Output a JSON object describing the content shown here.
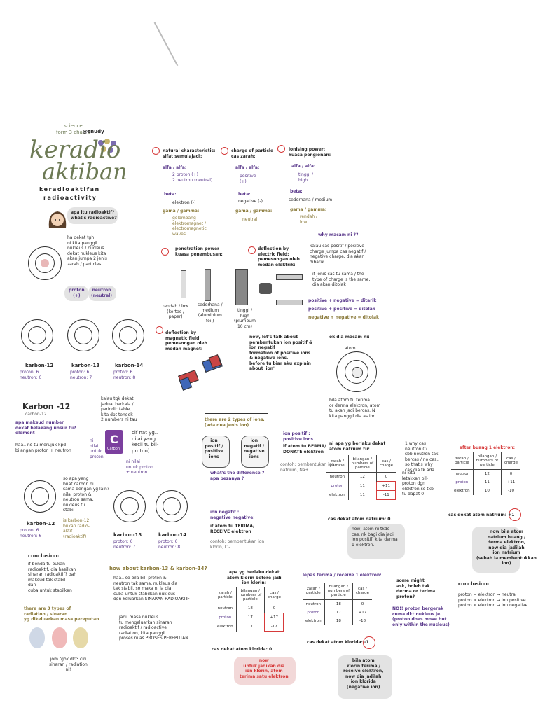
{
  "header": {
    "subject": "science\nform 3 chap 8",
    "handle": "@snudy",
    "title_line1": "keradio",
    "title_line2": "aktiban",
    "sub1": "keradioaktifan",
    "sub2": "radioactivity"
  },
  "intro": {
    "bubble": "apa itu radioaktif?\nwhat's radioactive?",
    "text": "ha dekat tgh\nni kita panggil\nnukleus / nucleus\ndekat nukleus kita\nakan jumpa 2 jenis\nzarah / particles",
    "proton": "proton\n(+)",
    "neutron": "neutron\n(neutral)"
  },
  "props": {
    "p1_head": "natural characteristic:\nsifat semulajadi:",
    "p2_head": "charge of particle\ncas zarah:",
    "p3_head": "ionising power:\nkuasa pengionan:",
    "alfa": "alfa / alfa:",
    "alfa_desc1": "2 proton (+)\n2 neutron (neutral)",
    "alfa_desc2": "positive\n(+)",
    "alfa_desc3": "tinggi /\nhigh",
    "beta": "beta:",
    "beta_desc1": "elektron (-)",
    "beta_desc2": "negative (-)",
    "beta_desc3": "sederhana / medium",
    "gamma": "gama / gamma:",
    "gamma_desc1": "gelombang\nelektromagnet /\nelectromagnetic\nwaves",
    "gamma_desc2": "neutral",
    "gamma_desc3": "rendah /\nlow",
    "why": "why macam ni ??"
  },
  "penetration": {
    "head": "penetration power\nkuasa penembusan:",
    "low": "rendah / low\n(kertas /\npaper)",
    "medium": "sederhana /\nmedium\n(aluminium\nfoil)",
    "high": "tinggi /\nhigh\n(plumbum\n10 cm)"
  },
  "deflection": {
    "head": "deflection by\nelectric field:\npemesongan oleh\nmedan elektrik:",
    "note": "kalau cas positif / positive\ncharge jumpa cas negatif /\nnegative charge, dia akan\ndibarik",
    "note2": "if jenis cas tu sama / the\ntype of charge is the same,\ndia akan ditolak",
    "rule1": "positive + negative = ditarik",
    "rule2": "positive + positive = ditolak",
    "rule3": "negative + negative = ditolak"
  },
  "magnetic": {
    "head": "deflection by\nmagnetic field\npemesongan oleh\nmedan magnet:"
  },
  "ion_intro": {
    "text": "now, let's talk about\npembentukan ion positif &\nion negatif\nformation of positive ions\n& negative ions.\nbefore tu biar aku explain\nabout 'ion'",
    "atom_title": "ok dia macam ni:",
    "atom": "atom",
    "caption": "bila atom tu terima\nor derma elektron, atom\ntu akan jadi bercas. N\nkita panggil dia as ion"
  },
  "carbon": {
    "c12": "karbon-12",
    "c13": "karbon-13",
    "c14": "karbon-14",
    "c12_p": "proton: 6\nneutron: 6",
    "c13_p": "proton: 6\nneutron: 7",
    "c14_p": "proton: 6\nneutron: 8",
    "heading": "Karbon -12",
    "heading_sub": "carbon-12",
    "question": "apa maksud number\ndekat belakang unsur tu?\nelement",
    "answer": "haa.. no tu merujuk kpd\nbilangan proton + neutron",
    "jadual": "kalau tgk dekat\njadual berkala /\nperiodic table,\nkita dpt tengok\n2 numbers ni tau",
    "symbol": "C",
    "symbol_name": "Carbon",
    "cif": "cif nat yg..\nnilai yang\nkecil tu bil-\nproton)",
    "big": "ni nilai\nuntuk proton\n+ neutron",
    "small": "ni\nnilai\nuntuk\nproton",
    "isotope_note": "so apa yang\nbuat carbon ni\nsama dengan yg lain?\nnilai proton &\nneutron sama,\nnukleus tu\nstabil",
    "isotope_note2": "is karbon-12\nbukan radio-\naktif\n(radioaktif)"
  },
  "conclusion1": {
    "title": "conclusion:",
    "text": "if benda tu bukan\nradioaktif, dia hasilkan\nsinaran radioaktif? bah\nmaksud tak stabil\ndan\ncuba untuk stabilkan",
    "types": "there are 3 types of\nradiation / sinaran\nyg dikeluarkan masa pereputan",
    "footer": "jom tgok dkt² ciri\nsinaran / radiation\nni!"
  },
  "how": {
    "title": "how about karbon-13 & karbon-14?",
    "text": "haa.. so bila bil. proton &\nneutron tak sama, nukleus dia\ntak stabil. so maka ni la dia\ncuba untuk stabilkan nukleus\ndgn keluarkan SINARAN RADIOAKTIF",
    "text2": "jadi, masa nukleus\ntu mengeluarkan sinaran\nradioaktif / radioactive\nradiation, kita panggil\nproses ni as PROSES PEREPUTAN"
  },
  "ion_types": {
    "head": "there are 2 types of ions.\n(ada dua jenis ion)",
    "pos_label": "ion\npositif /\npositive\nions",
    "neg_label": "ion\nnegatif /\nnegative\nions",
    "q": "what's the difference ?\napa bezanya ?",
    "pos_head": "ion positif :\npositive ions",
    "pos_text": "if atom tu BERMA/\nDONATE elektron",
    "pos_ex": "contoh: pembentukan ion\nnatrium, Na+",
    "neg_head": "ion negatif :\nnegative negative:",
    "neg_text": "if atom tu TERIMA/\nRECEIVE elektron",
    "neg_ex": "contoh: pembentukan ion\nklorin, Cl-"
  },
  "na_table": {
    "title": "ni apa yg berlaku dekat\natom natrium tu:",
    "headers": [
      "zarah /\nparticle",
      "bilangan /\nnumbers of\nparticle",
      "cas /\ncharge"
    ],
    "rows": [
      [
        "neutron",
        "12",
        "0"
      ],
      [
        "proton",
        "11",
        "+11"
      ],
      [
        "elektron",
        "11",
        "-11"
      ]
    ],
    "total": "cas dekat atom natrium: 0",
    "note": "now, atom ni tkde\ncas. nk bagi dia jadi\nion positif, kita derma\n1 elektron.",
    "why": "1 why cas\nneutron 0?\nsbb neutron tak\nbercas / no cas..\nso that's why\ncas dia tk ada",
    "side": "ni kita\nletakkan bil-\nproton dgn\nelektron so tkb\ntu dapat 0"
  },
  "na_after": {
    "title": "after buang 1 elektron:",
    "headers": [
      "zarah /\nparticle",
      "bilangan /\nnumbers of\nparticle",
      "cas /\ncharge"
    ],
    "rows": [
      [
        "neutron",
        "12",
        "0"
      ],
      [
        "proton",
        "11",
        "+11"
      ],
      [
        "elektron",
        "10",
        "-10"
      ]
    ],
    "total": "cas dekat atom natrium: +1",
    "note": "now bila atom\nnatrium buang /\nderma elektron,\nnow dia jadilah\nion natrium\n(sebab ia membentukkan\nion)"
  },
  "cl_table": {
    "title": "apa yg berlaku dekat\natom klorin before jadi\nion klorin:",
    "headers": [
      "zarah /\nparticle",
      "bilangan /\nnumbers of\nparticle",
      "cas /\ncharge"
    ],
    "rows": [
      [
        "neutron",
        "18",
        "0"
      ],
      [
        "proton",
        "17",
        "+17"
      ],
      [
        "elektron",
        "17",
        "-17"
      ]
    ],
    "total": "cas dekat atom klorida: 0",
    "note": "now\nuntuk jadikan dia\nion klorin, atom\nterima satu elektron"
  },
  "cl_after": {
    "title": "lepas terima / receive 1 elektron:",
    "headers": [
      "zarah /\nparticle",
      "bilangan /\nnumbers of\nparticle",
      "cas /\ncharge"
    ],
    "rows": [
      [
        "neutron",
        "18",
        "0"
      ],
      [
        "proton",
        "17",
        "+17"
      ],
      [
        "elektron",
        "18",
        "-18"
      ]
    ],
    "total": "cas dekat atom klorida: -1",
    "note": "bila atom\nklorin terima /\nreceive elektron,\nnow dia jadilah\nion klorida\n(negative ion)",
    "ask": "some might\nask, boleh tak\nderma or terima\nproton?",
    "ask_ans": "NO!! proton bergerak\ncuma dkt nukleus je.\n(proton does move but\nonly within the nucleus)"
  },
  "conclusion2": {
    "title": "conclusion:",
    "text": "proton = elektron → neutral\nproton > elektron → ion positive\nproton < elektron → ion negative"
  }
}
